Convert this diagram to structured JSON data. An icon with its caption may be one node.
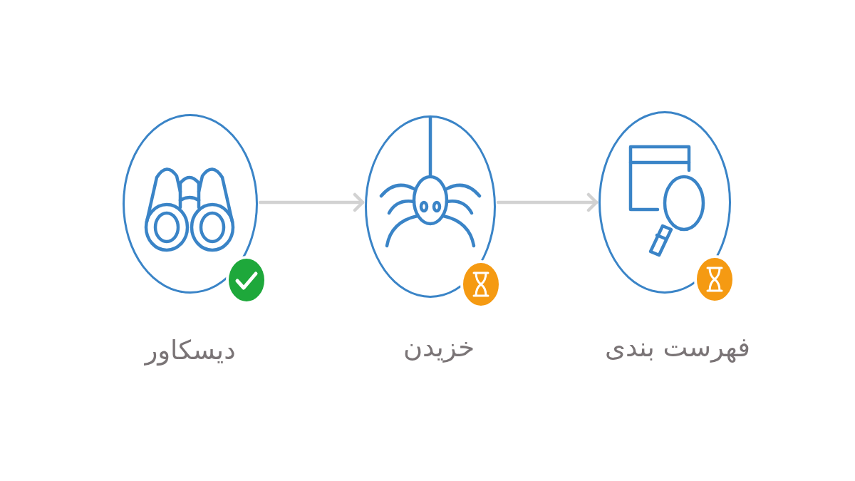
{
  "diagram": {
    "nodes": [
      {
        "text": [
          "دیسکاور"
        ]
      },
      {
        "text": [
          "خزیدن"
        ]
      },
      {
        "text": [
          "فهرست بندی"
        ]
      }
    ],
    "edges": [
      {
        "from": 0,
        "to": 1,
        "arrow": "to"
      },
      {
        "from": 1,
        "to": 2,
        "arrow": "to"
      }
    ]
  }
}
